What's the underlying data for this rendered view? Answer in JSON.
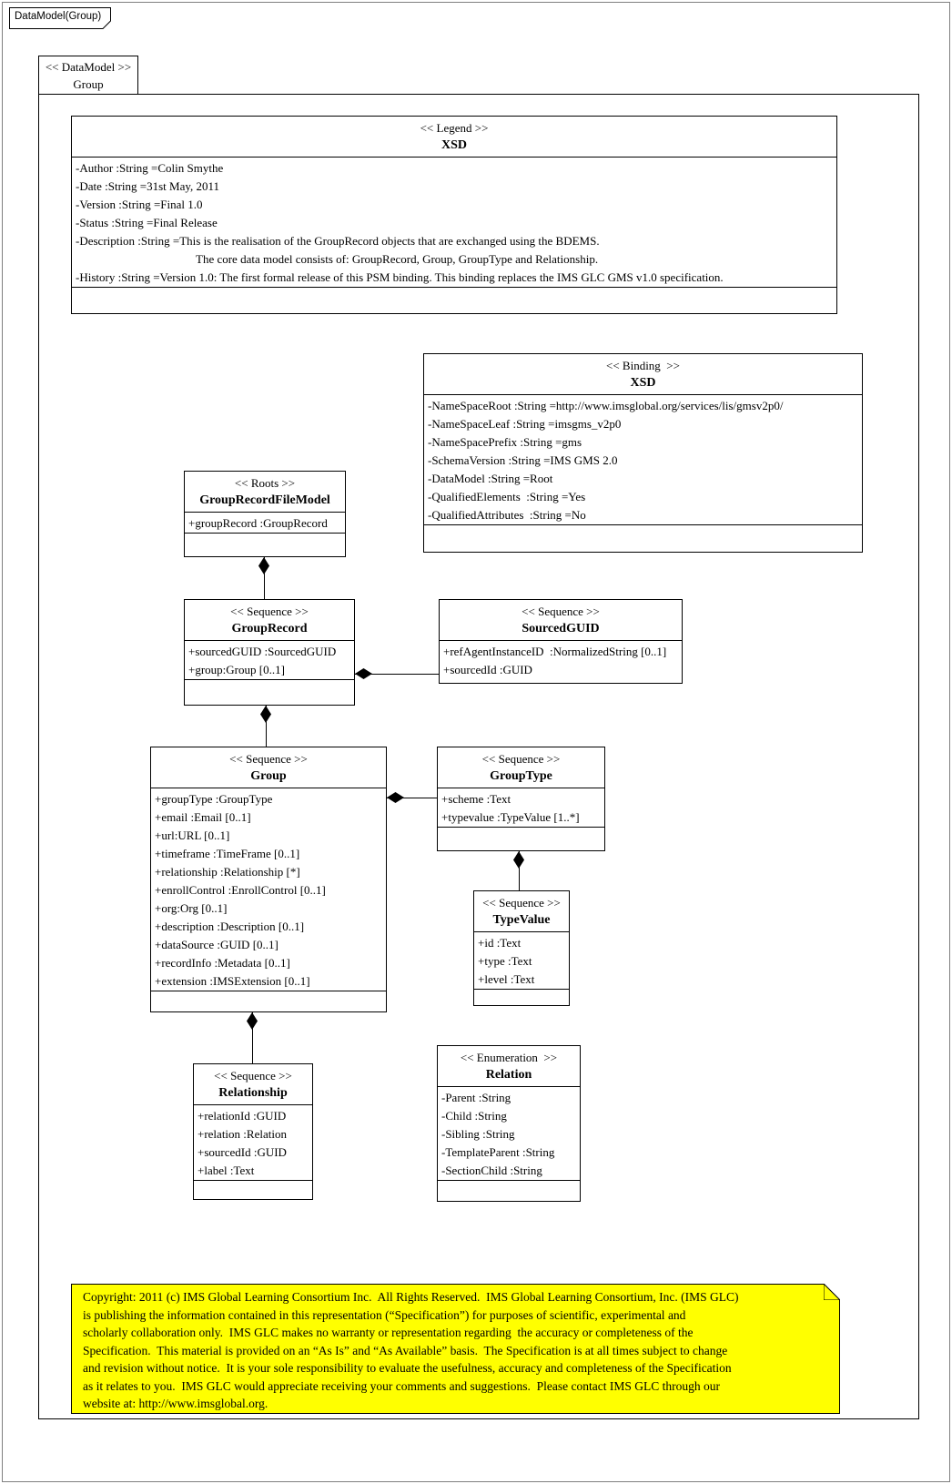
{
  "window": {
    "tab_label": "DataModel(Group)"
  },
  "frame": {
    "stereotype": "<< DataModel >>",
    "name": "Group"
  },
  "colors": {
    "note_bg": "#FFFF00",
    "line": "#000000",
    "box_bg": "#FFFFFF"
  },
  "boxes": {
    "legend": {
      "stereotype": "<< Legend >>",
      "name": "XSD",
      "attributes": [
        "-Author :String =Colin Smythe",
        "-Date :String =31st May, 2011",
        "-Version :String =Final 1.0",
        "-Status :String =Final Release",
        "-Description :String =This is the realisation of the GroupRecord objects that are exchanged using the BDEMS.",
        "The core data model consists of: GroupRecord, Group, GroupType and Relationship.",
        "-History :String =Version 1.0: The first formal release of this PSM binding. This binding replaces the IMS GLC GMS v1.0 specification."
      ]
    },
    "binding": {
      "stereotype": "<< Binding  >>",
      "name": "XSD",
      "attributes": [
        "-NameSpaceRoot :String =http://www.imsglobal.org/services/lis/gmsv2p0/",
        "-NameSpaceLeaf :String =imsgms_v2p0",
        "-NameSpacePrefix :String =gms",
        "-SchemaVersion :String =IMS GMS 2.0",
        "-DataModel :String =Root",
        "-QualifiedElements  :String =Yes",
        "-QualifiedAttributes  :String =No"
      ]
    },
    "group_record_file_model": {
      "stereotype": "<< Roots >>",
      "name": "GroupRecordFileModel",
      "attributes": [
        "+groupRecord :GroupRecord"
      ]
    },
    "group_record": {
      "stereotype": "<< Sequence >>",
      "name": "GroupRecord",
      "attributes": [
        "+sourcedGUID :SourcedGUID",
        "+group:Group [0..1]"
      ]
    },
    "sourced_guid": {
      "stereotype": "<< Sequence >>",
      "name": "SourcedGUID",
      "attributes": [
        "+refAgentInstanceID  :NormalizedString [0..1]",
        "+sourcedId :GUID"
      ]
    },
    "group": {
      "stereotype": "<< Sequence >>",
      "name": "Group",
      "attributes": [
        "+groupType :GroupType",
        "+email :Email [0..1]",
        "+url:URL [0..1]",
        "+timeframe :TimeFrame [0..1]",
        "+relationship :Relationship [*]",
        "+enrollControl :EnrollControl [0..1]",
        "+org:Org [0..1]",
        "+description :Description [0..1]",
        "+dataSource :GUID [0..1]",
        "+recordInfo :Metadata [0..1]",
        "+extension :IMSExtension [0..1]"
      ]
    },
    "group_type": {
      "stereotype": "<< Sequence >>",
      "name": "GroupType",
      "attributes": [
        "+scheme :Text",
        "+typevalue :TypeValue [1..*]"
      ]
    },
    "type_value": {
      "stereotype": "<< Sequence >>",
      "name": "TypeValue",
      "attributes": [
        "+id :Text",
        "+type :Text",
        "+level :Text"
      ]
    },
    "relationship": {
      "stereotype": "<< Sequence >>",
      "name": "Relationship",
      "attributes": [
        "+relationId :GUID",
        "+relation :Relation",
        "+sourcedId :GUID",
        "+label :Text"
      ]
    },
    "relation": {
      "stereotype": "<< Enumeration  >>",
      "name": "Relation",
      "attributes": [
        "-Parent :String",
        "-Child :String",
        "-Sibling :String",
        "-TemplateParent :String",
        "-SectionChild :String"
      ]
    }
  },
  "note": {
    "lines": [
      "Copyright: 2011 (c) IMS Global Learning Consortium Inc.  All Rights Reserved.  IMS Global Learning Consortium, Inc. (IMS GLC)",
      "is publishing the information contained in this representation (“Specification”) for purposes of scientific, experimental and",
      "scholarly collaboration only.  IMS GLC makes no warranty or representation regarding  the accuracy or completeness of the",
      "Specification.  This material is provided on an “As Is” and “As Available” basis.  The Specification is at all times subject to change",
      "and revision without notice.  It is your sole responsibility to evaluate the usefulness, accuracy and completeness of the Specification",
      "as it relates to you.  IMS GLC would appreciate receiving your comments and suggestions.  Please contact IMS GLC through our",
      "website at: http://www.imsglobal.org."
    ]
  }
}
